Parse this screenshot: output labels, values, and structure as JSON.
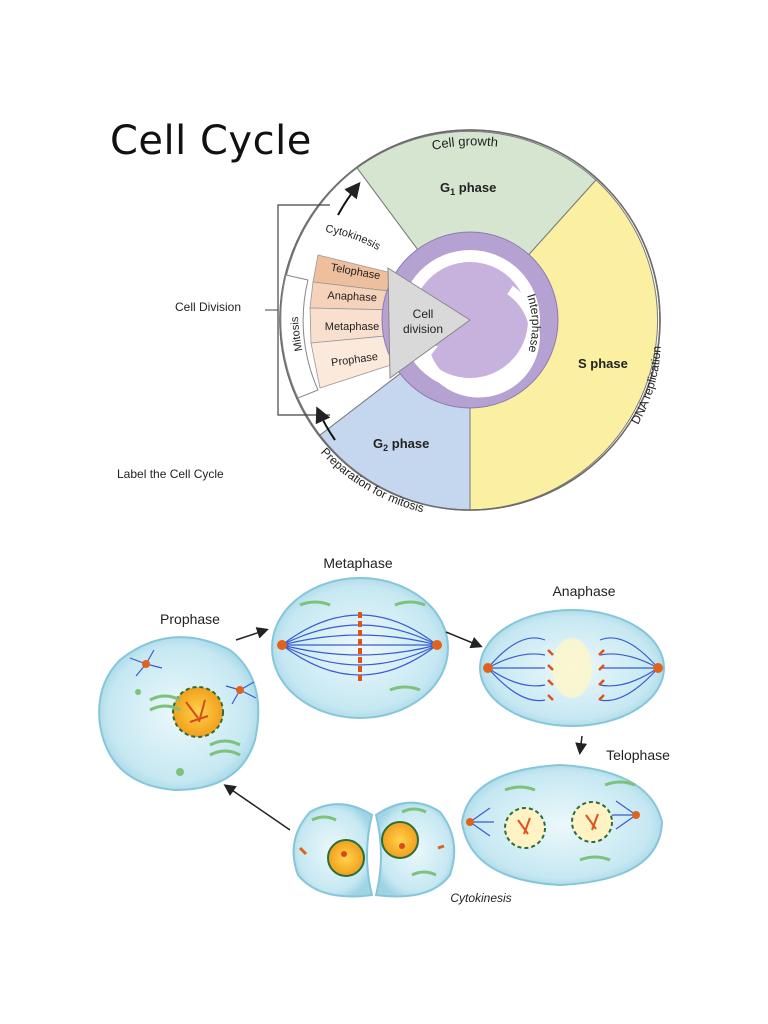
{
  "page_title": "Cell Cycle",
  "side_labels": {
    "cell_division": "Cell Division",
    "label_prompt": "Label the Cell Cycle"
  },
  "wheel": {
    "cell_growth": "Cell growth",
    "g1_phase": "G",
    "g1_sub": "1",
    "g1_suffix": " phase",
    "s_phase": "S phase",
    "dna_replication": "DNA replication",
    "g2_phase": "G",
    "g2_sub": "2",
    "g2_suffix": " phase",
    "prep_mitosis": "Preparation for mitosis",
    "interphase": "Interphase",
    "cell_division_1": "Cell",
    "cell_division_2": "division",
    "mitosis": "Mitosis",
    "cytokinesis": "Cytokinesis",
    "telophase": "Telophase",
    "anaphase": "Anaphase",
    "metaphase": "Metaphase",
    "prophase": "Prophase"
  },
  "stages": {
    "prophase": "Prophase",
    "metaphase": "Metaphase",
    "anaphase": "Anaphase",
    "telophase": "Telophase",
    "cytokinesis": "Cytokinesis"
  },
  "colors": {
    "g1": "#d5e5cf",
    "s": "#fbefa2",
    "g2": "#c4d7ee",
    "interphase_ring": "#b6a2d2",
    "inner": "#c7b2dd",
    "mitosis_dark": "#eebf9c",
    "mitosis_light": "#f9e2d3",
    "cell_fill": "#cdebf3",
    "nucleus": "#f2a71f"
  }
}
